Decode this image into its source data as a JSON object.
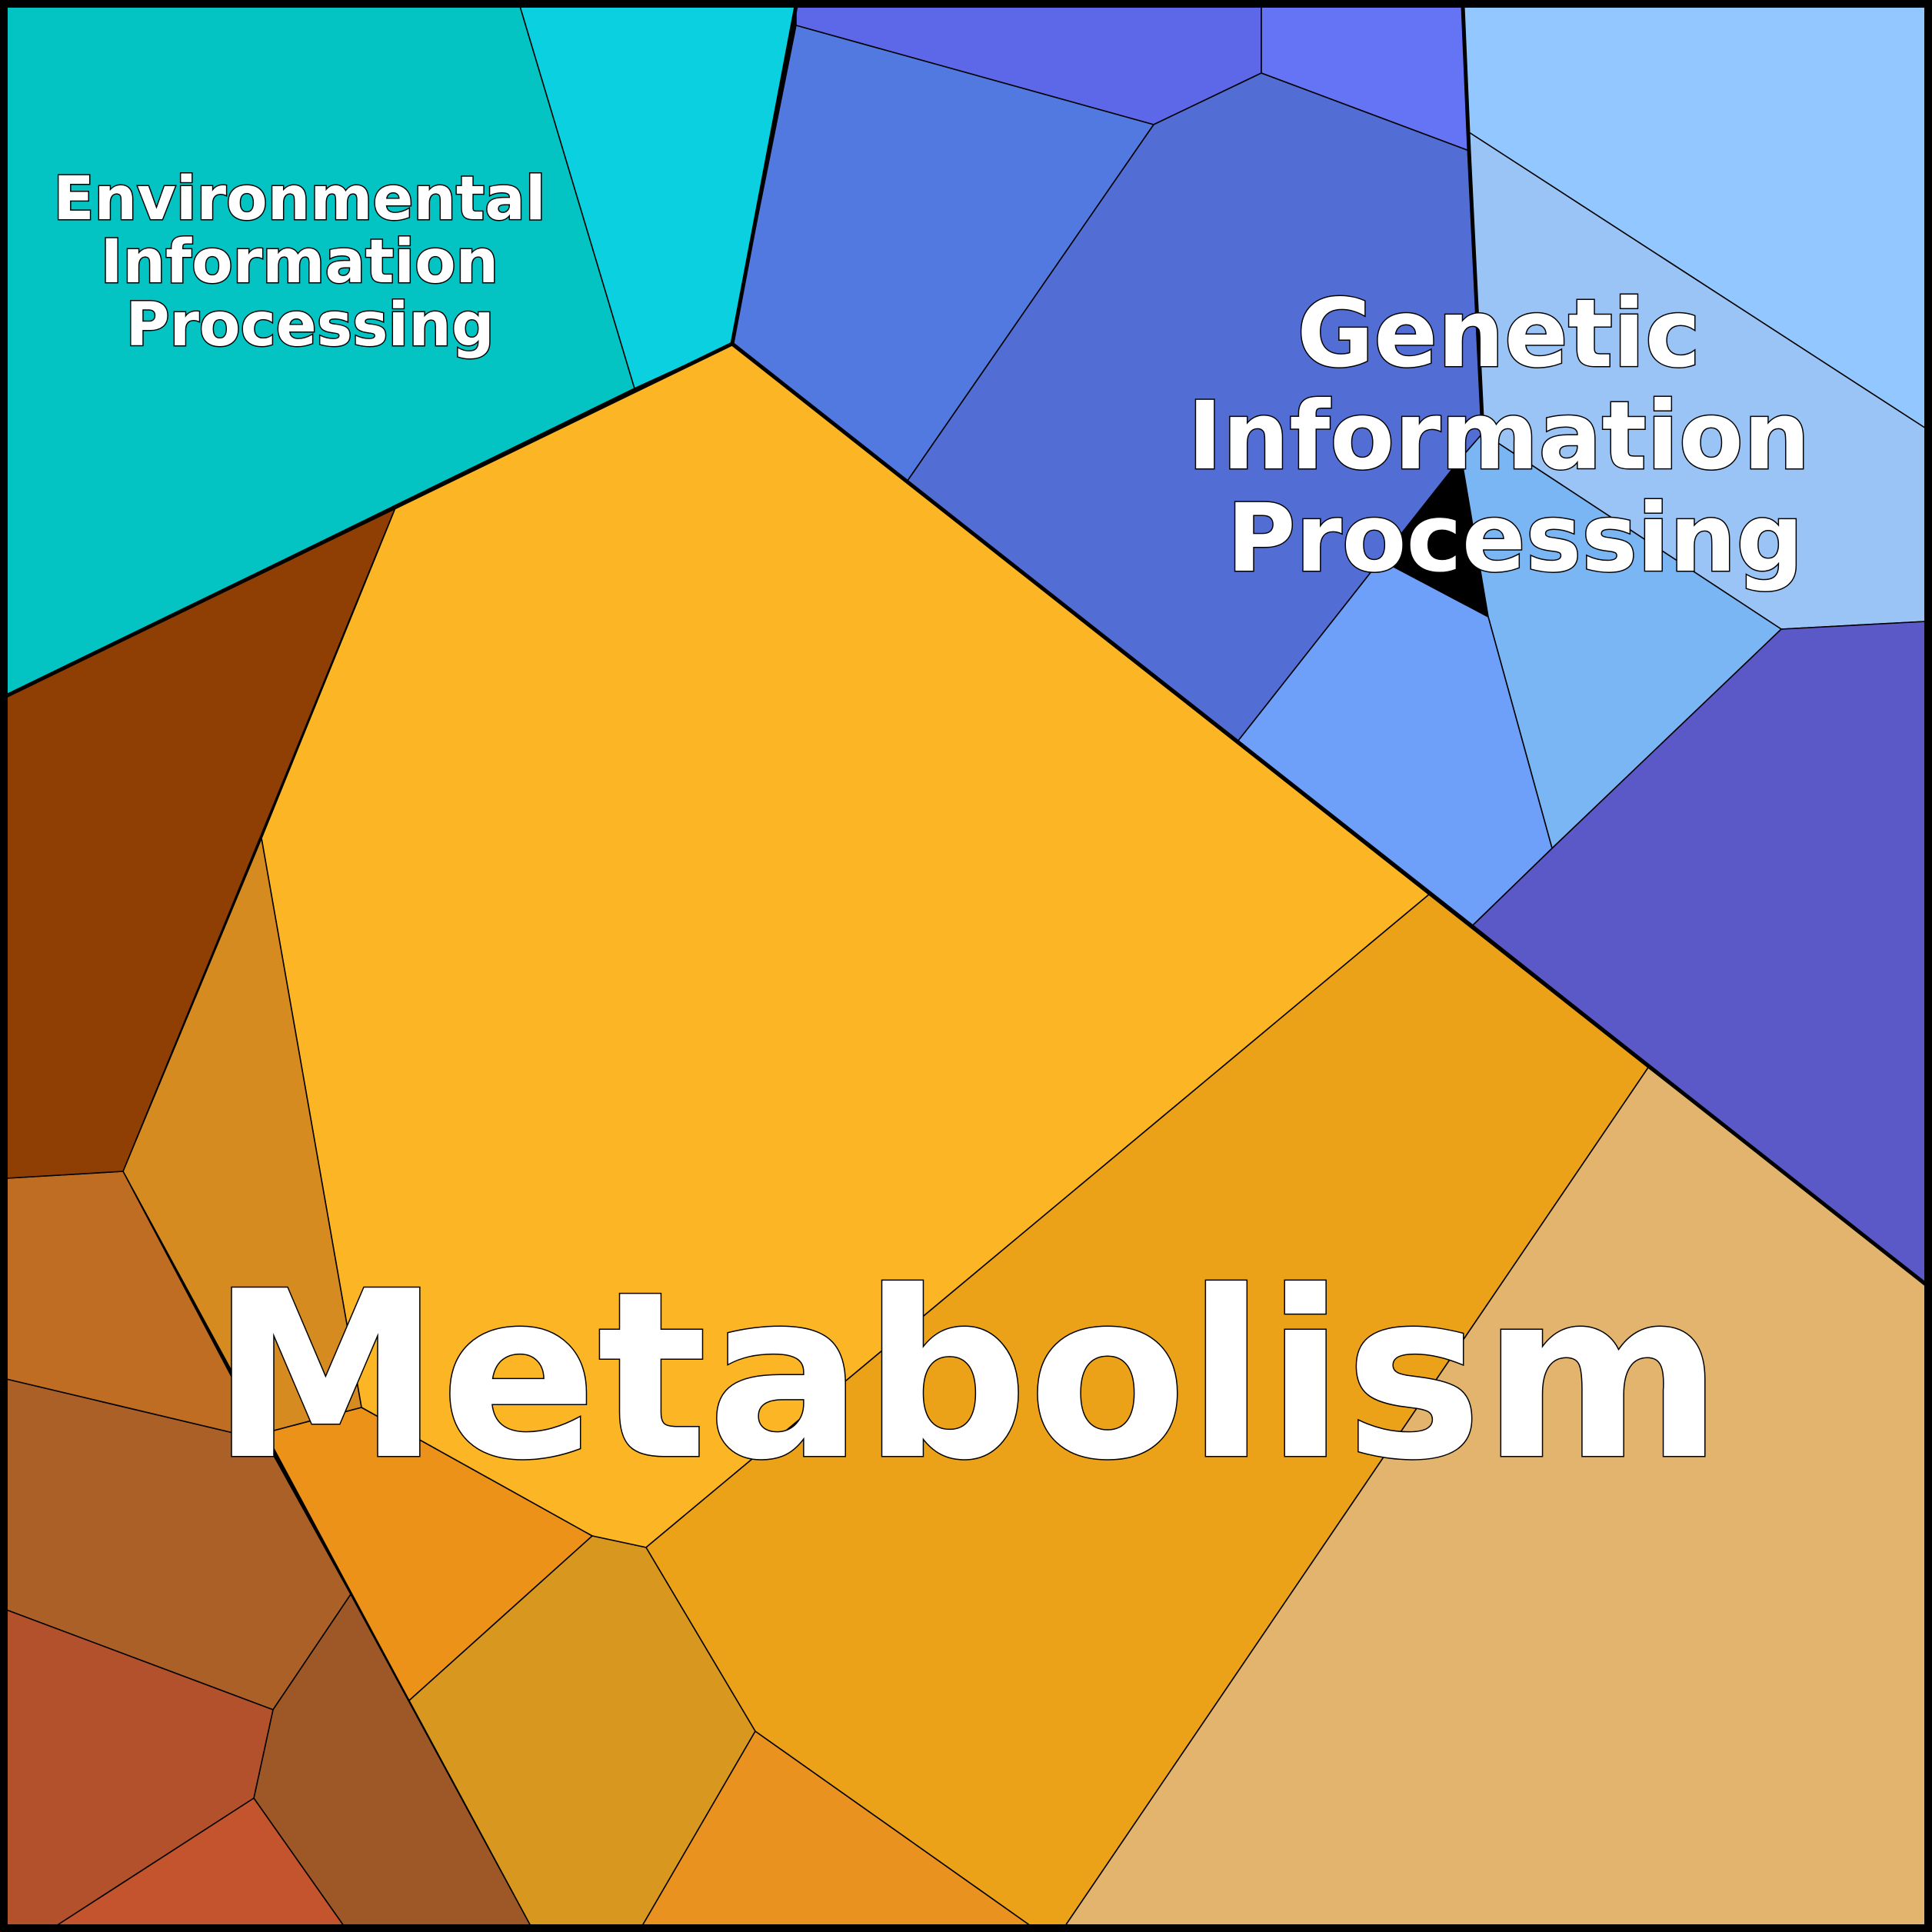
{
  "labels": {
    "environmental": [
      "Environmental",
      "Information",
      "Processing"
    ],
    "genetic": [
      "Genetic",
      "Information",
      "Processing"
    ],
    "metabolism": "Metabolism"
  },
  "colors": {
    "environmental": [
      "#04c3c3",
      "#0ad0e0"
    ],
    "genetic": [
      "#5c68e8",
      "#6474f4",
      "#5279e0",
      "#526ed4",
      "#92c7ff",
      "#9bc4f6",
      "#7ab6f4",
      "#6e9ff9",
      "#5b59c7"
    ],
    "metabolism": [
      "#fcb524",
      "#eba218",
      "#e3b46d",
      "#d68b20",
      "#bf6d22",
      "#ab6028",
      "#9e5827",
      "#b3512c",
      "#c3542d",
      "#ec9218",
      "#d8981f",
      "#ea921f",
      "#8f3f04"
    ]
  }
}
